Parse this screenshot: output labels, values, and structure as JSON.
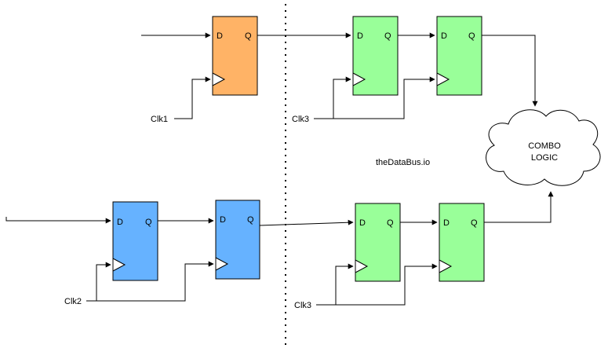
{
  "pins": {
    "d": "D",
    "q": "Q"
  },
  "clocks": {
    "clk1": "Clk1",
    "clk2": "Clk2",
    "clk3_top": "Clk3",
    "clk3_bottom": "Clk3"
  },
  "watermark": "theDataBus.io",
  "combo_logic": {
    "line1": "COMBO",
    "line2": "LOGIC"
  },
  "colors": {
    "orange_ff": "#FFB366",
    "green_ff": "#99FF99",
    "blue_ff": "#66B2FF",
    "wire": "#000000"
  }
}
